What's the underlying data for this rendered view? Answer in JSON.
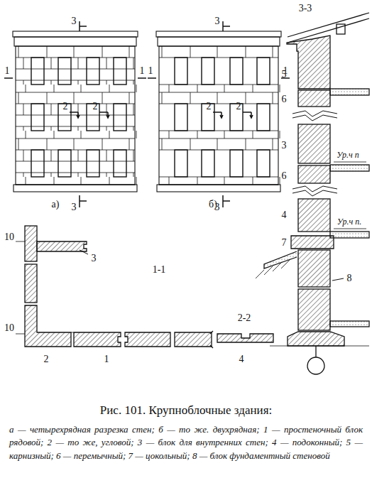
{
  "diagram": {
    "caption": "Рис. 101. Крупноблочные здания:",
    "labels": [
      "3",
      "1",
      "1",
      "2",
      "2",
      "а)",
      "3",
      "3",
      "1",
      "1",
      "2",
      "2",
      "б)",
      "3",
      "3-3",
      "5",
      "6",
      "3",
      "Ур.ч п",
      "6",
      "4",
      "Ур.ч п.",
      "7",
      "8",
      "10",
      "10",
      "3",
      "1-1",
      "2-2",
      "2",
      "1",
      "4",
      "а — четырехрядная разрезка стен; б — то же. двухрядная; 1 — простеночный блок рядовой; 2 — то же, угловой; 3 — блок для внутренних стен; 4 — подоконный; 5 — карнизный; 6 — перемычный; 7 — цокольный; 8 — блок фундаментный стеновой"
    ]
  }
}
